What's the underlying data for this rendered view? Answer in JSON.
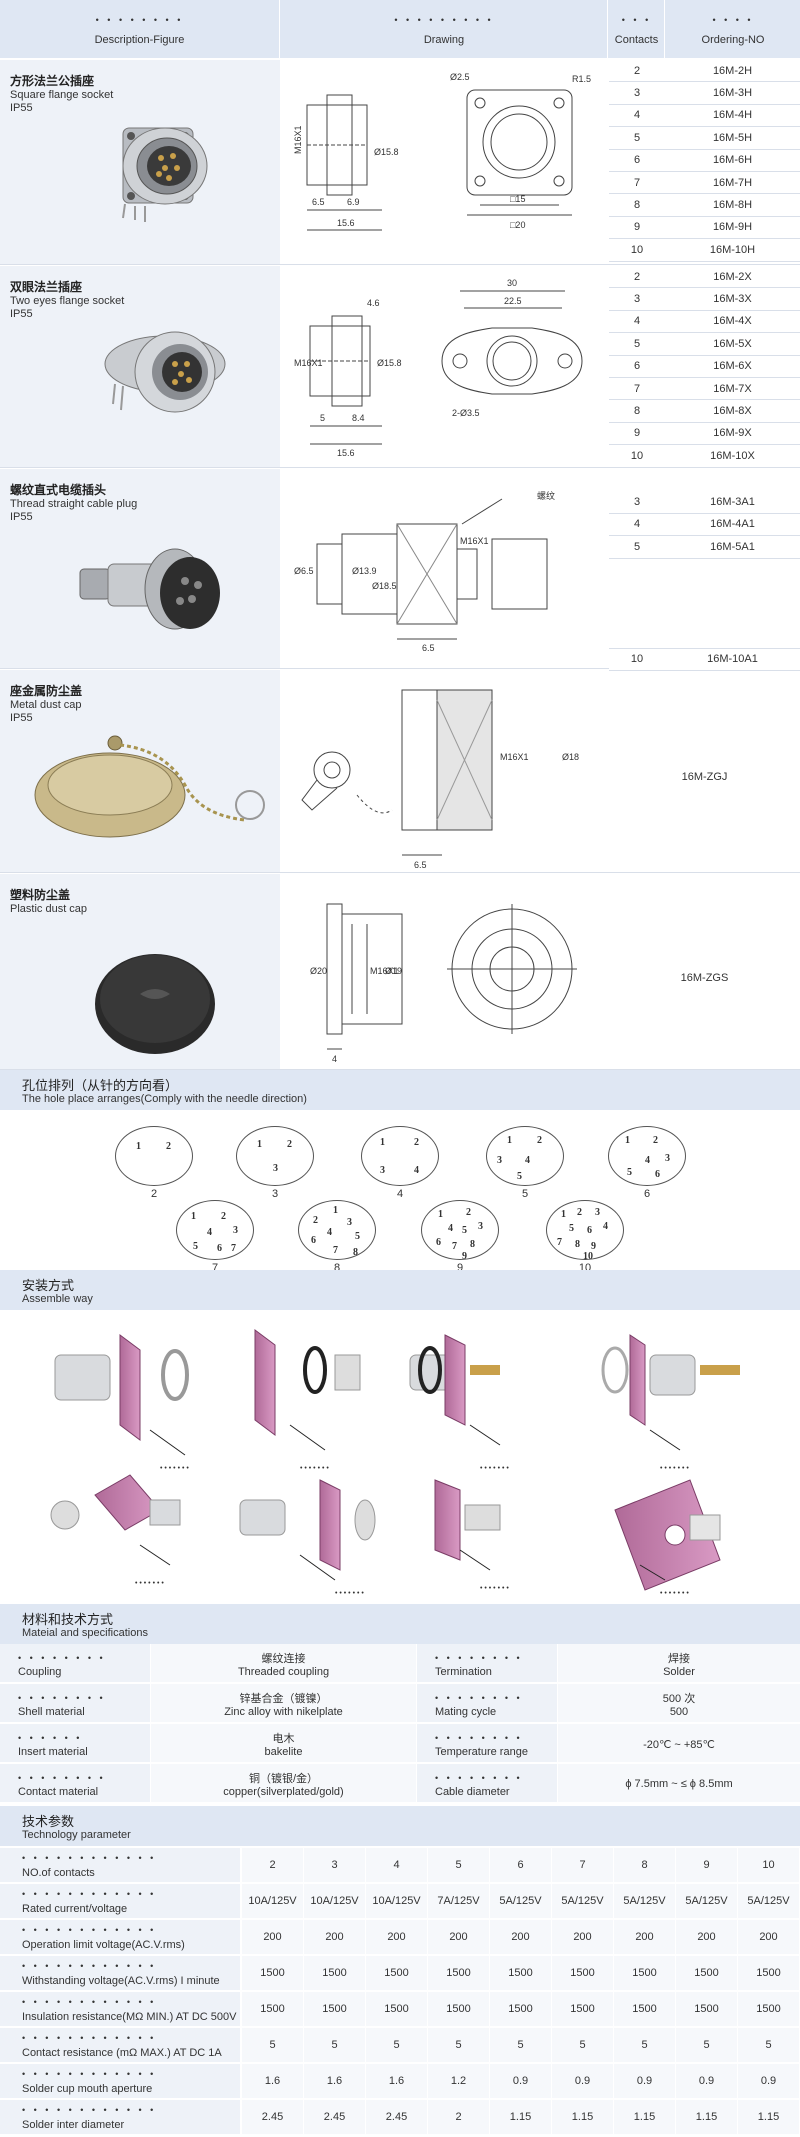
{
  "product_table": {
    "headers": {
      "description": "Description-Figure",
      "drawing": "Drawing",
      "contacts": "Contacts",
      "ordering": "Ordering-NO"
    },
    "rows": [
      {
        "cn": "方形法兰公插座",
        "en": "Square flange socket",
        "ip": "IP55",
        "codes": [
          [
            "2",
            "16M-2H"
          ],
          [
            "3",
            "16M-3H"
          ],
          [
            "4",
            "16M-4H"
          ],
          [
            "5",
            "16M-5H"
          ],
          [
            "6",
            "16M-6H"
          ],
          [
            "7",
            "16M-7H"
          ],
          [
            "8",
            "16M-8H"
          ],
          [
            "9",
            "16M-9H"
          ],
          [
            "10",
            "16M-10H"
          ]
        ],
        "dims": [
          "M16X1",
          "Ø15.8",
          "6.5",
          "6.9",
          "15.6",
          "Ø2.5",
          "R1.5",
          "□15",
          "□20"
        ]
      },
      {
        "cn": "双眼法兰插座",
        "en": "Two eyes flange socket",
        "ip": "IP55",
        "codes": [
          [
            "2",
            "16M-2X"
          ],
          [
            "3",
            "16M-3X"
          ],
          [
            "4",
            "16M-4X"
          ],
          [
            "5",
            "16M-5X"
          ],
          [
            "6",
            "16M-6X"
          ],
          [
            "7",
            "16M-7X"
          ],
          [
            "8",
            "16M-8X"
          ],
          [
            "9",
            "16M-9X"
          ],
          [
            "10",
            "16M-10X"
          ]
        ],
        "dims": [
          "M16X1",
          "Ø15.8",
          "4.6",
          "5",
          "8.4",
          "15.6",
          "30",
          "22.5",
          "2-Ø3.5"
        ]
      },
      {
        "cn": "螺纹直式电缆插头",
        "en": "Thread straight cable plug",
        "ip": "IP55",
        "codes": [
          [
            "3",
            "16M-3A1"
          ],
          [
            "4",
            "16M-4A1"
          ],
          [
            "5",
            "16M-5A1"
          ],
          [
            "10",
            "16M-10A1"
          ]
        ],
        "dims": [
          "螺纹",
          "Ø6.5",
          "Ø13.9",
          "Ø18.5",
          "M16X1",
          "6.5"
        ]
      },
      {
        "cn": "座金属防尘盖",
        "en": "Metal dust cap",
        "ip": "IP55",
        "code": "16M-ZGJ",
        "dims": [
          "M16X1",
          "Ø18",
          "6.5"
        ]
      },
      {
        "cn": "塑料防尘盖",
        "en": "Plastic dust cap",
        "ip": "",
        "code": "16M-ZGS",
        "dims": [
          "Ø20",
          "M16X1",
          "Ø19",
          "4"
        ]
      }
    ]
  },
  "holes": {
    "title_cn": "孔位排列（从针的方向看）",
    "title_en": "The hole place arranges(Comply with the needle direction)",
    "items": [
      {
        "label": "2",
        "pins": [
          "1",
          "2"
        ]
      },
      {
        "label": "3",
        "pins": [
          "1",
          "2",
          "3"
        ]
      },
      {
        "label": "4",
        "pins": [
          "1",
          "2",
          "3",
          "4"
        ]
      },
      {
        "label": "5",
        "pins": [
          "1",
          "2",
          "3",
          "4",
          "5"
        ]
      },
      {
        "label": "6",
        "pins": [
          "1",
          "2",
          "3",
          "4",
          "5",
          "6"
        ]
      },
      {
        "label": "7",
        "pins": [
          "1",
          "2",
          "3",
          "4",
          "5",
          "6",
          "7"
        ]
      },
      {
        "label": "8",
        "pins": [
          "1",
          "2",
          "3",
          "4",
          "5",
          "6",
          "7",
          "8"
        ]
      },
      {
        "label": "9",
        "pins": [
          "1",
          "2",
          "3",
          "4",
          "5",
          "6",
          "7",
          "8",
          "9"
        ]
      },
      {
        "label": "10",
        "pins": [
          "1",
          "2",
          "3",
          "4",
          "5",
          "6",
          "7",
          "8",
          "9",
          "10"
        ]
      }
    ]
  },
  "assemble": {
    "title_cn": "安装方式",
    "title_en": "Assemble way"
  },
  "materials": {
    "title_cn": "材料和技术方式",
    "title_en": "Mateial and specifications",
    "rows": [
      {
        "left_label": "Coupling",
        "left_cn": "螺纹连接",
        "left_en": "Threaded coupling",
        "right_label": "Termination",
        "right_cn": "焊接",
        "right_en": "Solder"
      },
      {
        "left_label": "Shell material",
        "left_cn": "锌基合金（镀镍）",
        "left_en": "Zinc alloy with nikelplate",
        "right_label": "Mating cycle",
        "right_cn": "500 次",
        "right_en": "500"
      },
      {
        "left_label": "Insert material",
        "left_cn": "电木",
        "left_en": "bakelite",
        "right_label": "Temperature range",
        "right_cn": "",
        "right_en": "-20℃ ~ +85℃"
      },
      {
        "left_label": "Contact material",
        "left_cn": "铜（镀银/金）",
        "left_en": "copper(silverplated/gold)",
        "right_label": "Cable diameter",
        "right_cn": "",
        "right_en": "ϕ 7.5mm ~ ≤ ϕ 8.5mm"
      }
    ]
  },
  "tech": {
    "title_cn": "技术参数",
    "title_en": "Technology parameter",
    "rows": [
      {
        "label": "NO.of contacts",
        "values": [
          "2",
          "3",
          "4",
          "5",
          "6",
          "7",
          "8",
          "9",
          "10"
        ]
      },
      {
        "label": "Rated current/voltage",
        "values": [
          "10A/125V",
          "10A/125V",
          "10A/125V",
          "7A/125V",
          "5A/125V",
          "5A/125V",
          "5A/125V",
          "5A/125V",
          "5A/125V"
        ]
      },
      {
        "label": "Operation limit voltage(AC.V.rms)",
        "values": [
          "200",
          "200",
          "200",
          "200",
          "200",
          "200",
          "200",
          "200",
          "200"
        ]
      },
      {
        "label": "Withstanding voltage(AC.V.rms) I minute",
        "values": [
          "1500",
          "1500",
          "1500",
          "1500",
          "1500",
          "1500",
          "1500",
          "1500",
          "1500"
        ]
      },
      {
        "label": "Insulation resistance(MΩ MIN.) AT DC 500V",
        "values": [
          "1500",
          "1500",
          "1500",
          "1500",
          "1500",
          "1500",
          "1500",
          "1500",
          "1500"
        ]
      },
      {
        "label": "Contact resistance (mΩ MAX.) AT DC 1A",
        "values": [
          "5",
          "5",
          "5",
          "5",
          "5",
          "5",
          "5",
          "5",
          "5"
        ]
      },
      {
        "label": "Solder cup mouth aperture",
        "values": [
          "1.6",
          "1.6",
          "1.6",
          "1.2",
          "0.9",
          "0.9",
          "0.9",
          "0.9",
          "0.9"
        ]
      },
      {
        "label": "Solder inter diameter",
        "values": [
          "2.45",
          "2.45",
          "2.45",
          "2",
          "1.15",
          "1.15",
          "1.15",
          "1.15",
          "1.15"
        ]
      }
    ]
  }
}
